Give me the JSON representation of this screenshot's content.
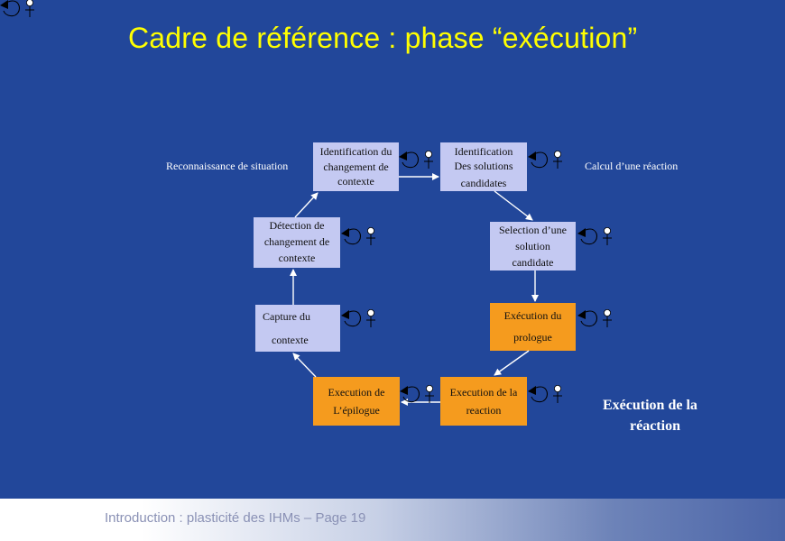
{
  "title": "Cadre de référence : phase “exécution”",
  "labels": {
    "left": "Reconnaissance de situation",
    "right_top": "Calcul d’une réaction",
    "right_bottom_line1": "Exécution de la",
    "right_bottom_line2": "réaction"
  },
  "nodes": [
    {
      "id": "identification_changement",
      "lines": [
        "Identification du",
        "changement de",
        "contexte"
      ],
      "color": "#c4c9f2"
    },
    {
      "id": "identification_solutions",
      "lines": [
        "Identification",
        "Des solutions",
        "candidates"
      ],
      "color": "#c4c9f2"
    },
    {
      "id": "detection_changement",
      "lines": [
        "Détection de",
        "changement de",
        "contexte"
      ],
      "color": "#c4c9f2"
    },
    {
      "id": "selection_solution",
      "lines": [
        "Selection d’une",
        "solution",
        "candidate"
      ],
      "color": "#c4c9f2"
    },
    {
      "id": "capture_contexte",
      "lines": [
        "Capture du",
        "contexte"
      ],
      "color": "#c4c9f2"
    },
    {
      "id": "execution_prologue",
      "lines": [
        "Exécution du",
        "prologue"
      ],
      "color": "#f59b1e"
    },
    {
      "id": "execution_epilogue",
      "lines": [
        "Execution de",
        "L’épilogue"
      ],
      "color": "#f59b1e"
    },
    {
      "id": "execution_reaction",
      "lines": [
        "Execution de la",
        "reaction"
      ],
      "color": "#f59b1e"
    }
  ],
  "footer": {
    "text": "Introduction : plasticité des IHMs  – Page 19"
  }
}
